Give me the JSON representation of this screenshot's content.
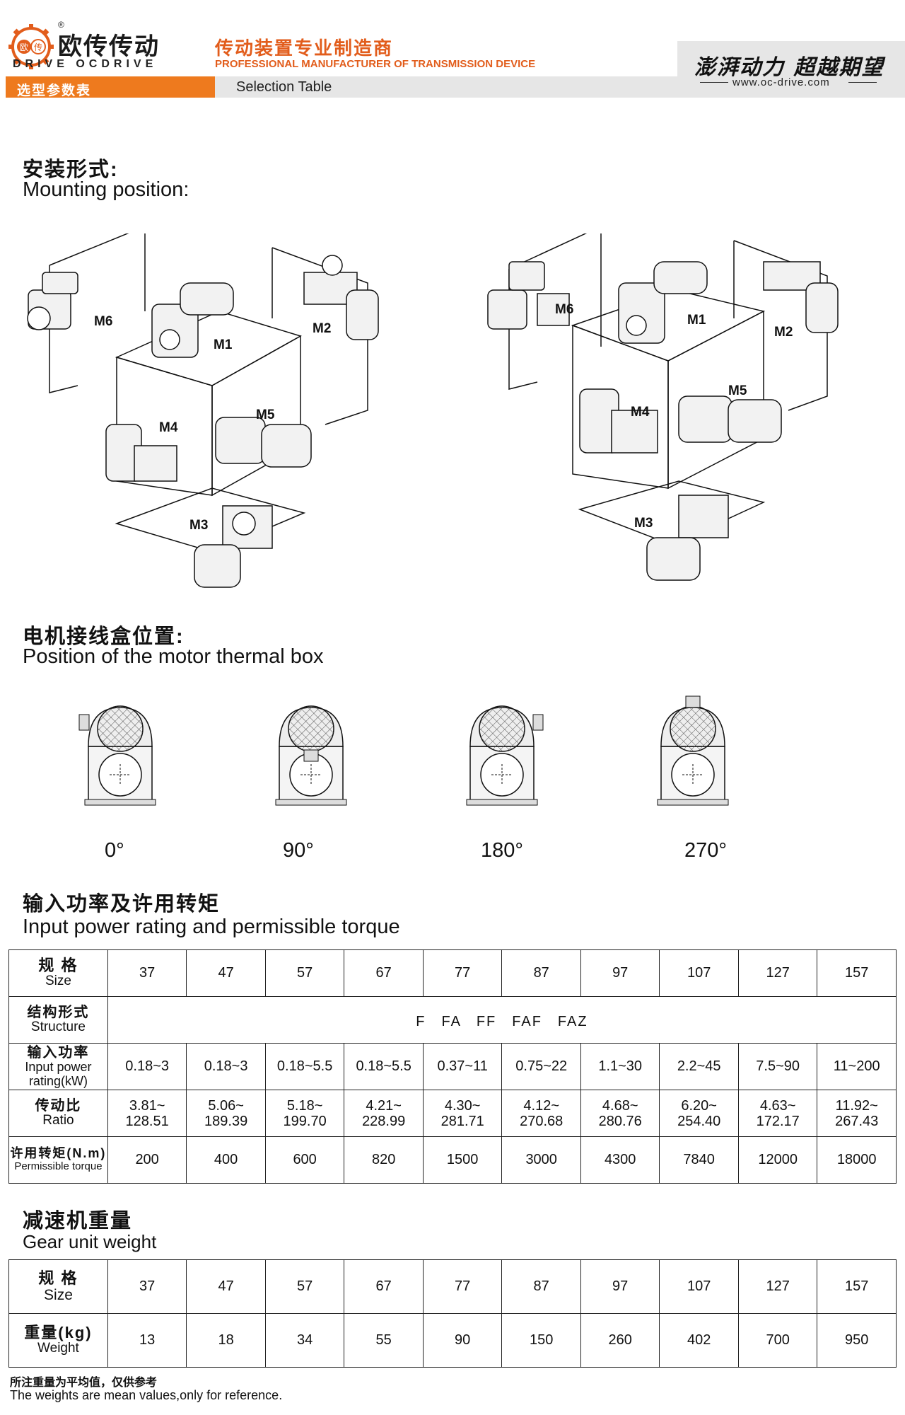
{
  "header": {
    "brand_cn": "欧传传动",
    "brand_en": "DRIVE OCDRIVE",
    "logo_char_1": "欧",
    "logo_char_2": "传",
    "reg_mark": "®",
    "tagline_cn": "传动装置专业制造商",
    "tagline_en": "PROFESSIONAL MANUFACTURER OF TRANSMISSION DEVICE",
    "section_tab": "选型参数表",
    "section_tab_en": "Selection Table",
    "slogan": "澎湃动力 超越期望",
    "url": "www.oc-drive.com"
  },
  "mounting": {
    "title_cn": "安装形式:",
    "title_en": "Mounting position:",
    "labels": [
      "M1",
      "M2",
      "M3",
      "M4",
      "M5",
      "M6"
    ]
  },
  "thermal": {
    "title_cn": "电机接线盒位置:",
    "title_en": "Position of the motor thermal box",
    "positions": [
      "0°",
      "90°",
      "180°",
      "270°"
    ]
  },
  "power": {
    "title_cn": "输入功率及许用转矩",
    "title_en": "Input power rating and permissible torque",
    "rows": {
      "size": {
        "cn": "规 格",
        "en": "Size"
      },
      "structure": {
        "cn": "结构形式",
        "en": "Structure",
        "value": "F　FA　FF　FAF　FAZ"
      },
      "power": {
        "cn": "输入功率",
        "en": "Input power rating(kW)"
      },
      "ratio": {
        "cn": "传动比",
        "en": "Ratio"
      },
      "torque": {
        "cn": "许用转矩(N.m)",
        "en": "Permissible torque"
      }
    },
    "sizes": [
      "37",
      "47",
      "57",
      "67",
      "77",
      "87",
      "97",
      "107",
      "127",
      "157"
    ],
    "power_values": [
      "0.18~3",
      "0.18~3",
      "0.18~5.5",
      "0.18~5.5",
      "0.37~11",
      "0.75~22",
      "1.1~30",
      "2.2~45",
      "7.5~90",
      "11~200"
    ],
    "ratio_min": [
      "3.81~",
      "5.06~",
      "5.18~",
      "4.21~",
      "4.30~",
      "4.12~",
      "4.68~",
      "6.20~",
      "4.63~",
      "11.92~"
    ],
    "ratio_max": [
      "128.51",
      "189.39",
      "199.70",
      "228.99",
      "281.71",
      "270.68",
      "280.76",
      "254.40",
      "172.17",
      "267.43"
    ],
    "torque_values": [
      "200",
      "400",
      "600",
      "820",
      "1500",
      "3000",
      "4300",
      "7840",
      "12000",
      "18000"
    ]
  },
  "weight": {
    "title_cn": "减速机重量",
    "title_en": "Gear unit weight",
    "size_cn": "规 格",
    "size_en": "Size",
    "weight_cn": "重量(kg)",
    "weight_en": "Weight",
    "sizes": [
      "37",
      "47",
      "57",
      "67",
      "77",
      "87",
      "97",
      "107",
      "127",
      "157"
    ],
    "values": [
      "13",
      "18",
      "34",
      "55",
      "90",
      "150",
      "260",
      "402",
      "700",
      "950"
    ],
    "note_cn": "所注重量为平均值，仅供参考",
    "note_en": "The weights are mean values,only for reference."
  }
}
